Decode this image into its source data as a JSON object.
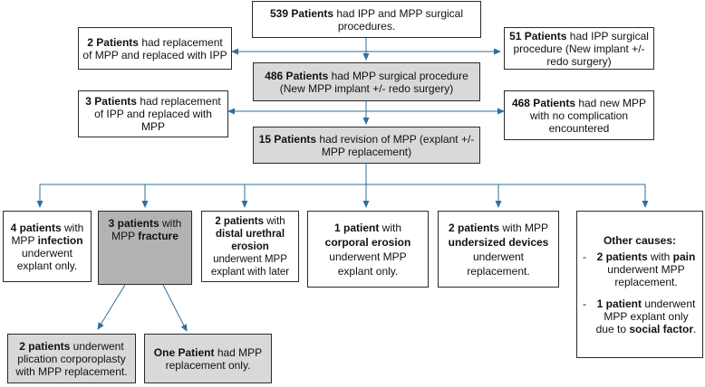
{
  "boxes": {
    "root": {
      "b": "539 Patients",
      "t": " had IPP and MPP surgical procedures."
    },
    "left1": {
      "b": "2 Patients",
      "t": " had replacement of MPP and replaced with IPP"
    },
    "right1": {
      "b": "51 Patients",
      "t": " had IPP surgical procedure (New implant +/- redo surgery)"
    },
    "mpp": {
      "b": "486 Patients",
      "t": " had MPP surgical procedure (New MPP implant +/- redo surgery)"
    },
    "left2": {
      "b": "3 Patients",
      "t": " had replacement of IPP and replaced with MPP"
    },
    "right2": {
      "b": "468 Patients",
      "t": " had new MPP with no complication encountered"
    },
    "revision": {
      "b": "15 Patients",
      "t": " had revision of MPP (explant +/- MPP replacement)"
    },
    "infection": {
      "b1": "4 patients",
      "t1": " with MPP ",
      "b2": "infection",
      "t2": " underwent explant only."
    },
    "fracture": {
      "b1": "3 patients",
      "t1": " with MPP ",
      "b2": "fracture"
    },
    "urethral": {
      "b1": "2 patients",
      "t1": " with ",
      "b2": "distal urethral erosion",
      "t2": " underwent MPP explant with later"
    },
    "corporal": {
      "b1": "1 patient",
      "t1": " with ",
      "b2": "corporal erosion",
      "t2": " underwent MPP explant only."
    },
    "undersized": {
      "b1": "2 patients",
      "t1": " with MPP ",
      "b2": "undersized devices",
      "t2": " underwent replacement."
    },
    "plication": {
      "b": "2 patients",
      "t": " underwent plication corporoplasty with MPP replacement."
    },
    "one_patient": {
      "b": "One Patient",
      "t": " had MPP replacement only."
    }
  },
  "other": {
    "title": "Other causes:",
    "items": [
      {
        "dash": "-",
        "b1": "2 patients",
        "t1": " with ",
        "b2": "pain",
        "t2": " underwent MPP replacement.",
        "t3": ""
      },
      {
        "dash": "-",
        "b1": "1 patient",
        "t1": " underwent MPP explant only due to ",
        "b2": "social factor",
        "t2": "",
        "t3": "."
      }
    ]
  },
  "colors": {
    "connector": "#2e6f9e",
    "grey_fill": "#d9d9d9",
    "dark_fill": "#b3b3b3",
    "border": "#2a2a2a"
  }
}
